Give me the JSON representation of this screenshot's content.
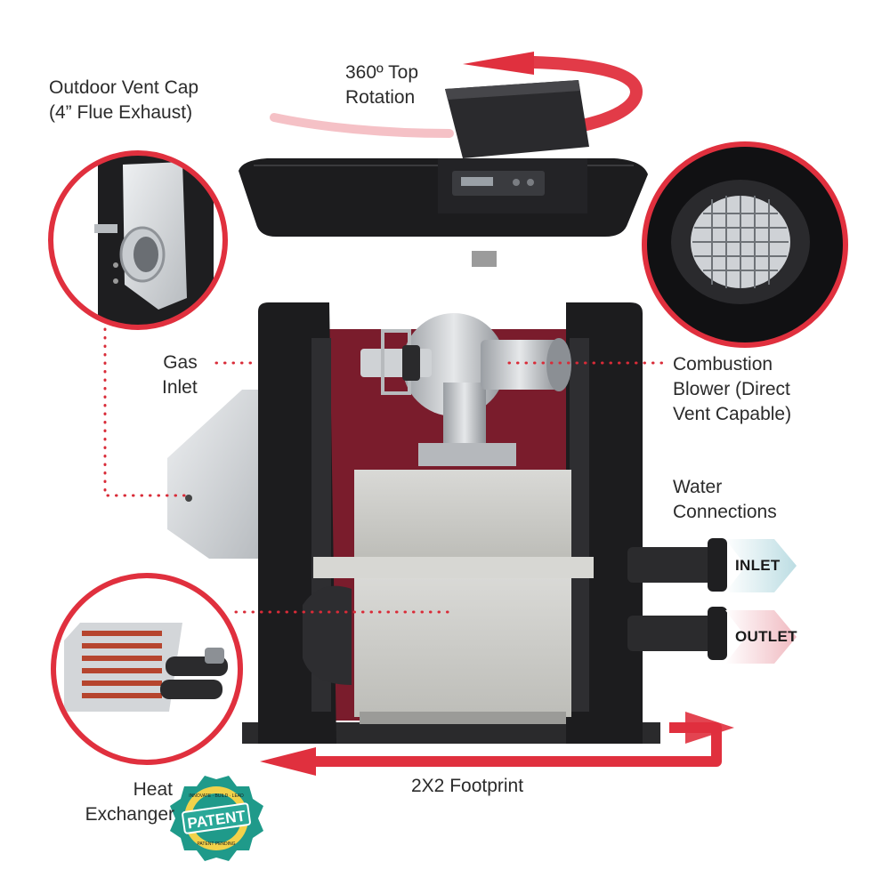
{
  "labels": {
    "vent_cap": [
      "Outdoor Vent Cap",
      "(4” Flue Exhaust)"
    ],
    "top_rotation": [
      "360º Top",
      "Rotation"
    ],
    "gas_inlet": [
      "Gas",
      "Inlet"
    ],
    "combustion_blower": [
      "Combustion",
      "Blower (Direct",
      "Vent Capable)"
    ],
    "water_connections": [
      "Water",
      "Connections"
    ],
    "inlet": "INLET",
    "outlet": "OUTLET",
    "footprint": "2X2 Footprint",
    "heat_exchanger": [
      "Heat",
      "Exchanger"
    ]
  },
  "badge": {
    "text": "PATENT",
    "ring_top": "INNOVATE · BUILD · LEAD",
    "ring_bottom": "PATENT PENDING"
  },
  "colors": {
    "accent_red": "#e0303e",
    "leader_red": "#d92b38",
    "heater_black": "#1c1c1e",
    "chamber_maroon": "#7a1c2c",
    "badge_teal": "#1f9a8a",
    "badge_yellow": "#f2d24a",
    "inlet_arrow": "#cfe6ea",
    "outlet_arrow": "#f3cfd3"
  }
}
